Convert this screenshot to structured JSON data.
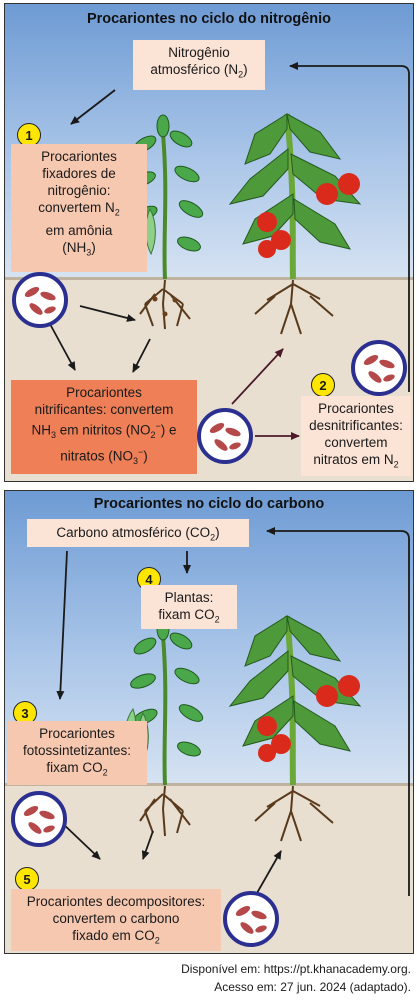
{
  "nitrogen": {
    "title": "Procariontes no ciclo do nitrogênio",
    "atmos_line1": "Nitrogênio",
    "atmos_line2": "atmosférico (N",
    "atmos_sub": "2",
    "atmos_end": ")",
    "step1_badge": "1",
    "step1_l1": "Procariontes",
    "step1_l2": "fixadores de",
    "step1_l3": "nitrogênio:",
    "step1_l4": "convertem N",
    "step1_l4_sub": "2",
    "step1_l5": "em amônia",
    "step1_l6": "(NH",
    "step1_l6_sub": "3",
    "step1_l6_end": ")",
    "nitr_l1": "Procariontes",
    "nitr_l2": "nitrificantes: convertem",
    "nitr_l3a": "NH",
    "nitr_l3_sub": "3",
    "nitr_l3b": " em nitritos (NO",
    "nitr_l3_sub2": "2",
    "nitr_l3_sup2": "−",
    "nitr_l3c": ") e",
    "nitr_l4a": "nitratos (NO",
    "nitr_l4_sub": "3",
    "nitr_l4_sup": "−",
    "nitr_l4b": ")",
    "step2_badge": "2",
    "step2_l1": "Procariontes",
    "step2_l2": "desnitrificantes:",
    "step2_l3": "convertem",
    "step2_l4": "nitratos em N",
    "step2_l4_sub": "2"
  },
  "carbon": {
    "title": "Procariontes no ciclo do carbono",
    "atmos_a": "Carbono atmosférico (CO",
    "atmos_sub": "2",
    "atmos_end": ")",
    "step4_badge": "4",
    "step4_l1": "Plantas:",
    "step4_l2": "fixam CO",
    "step4_l2_sub": "2",
    "step3_badge": "3",
    "step3_l1": "Procariontes",
    "step3_l2": "fotossintetizantes:",
    "step3_l3": "fixam CO",
    "step3_l3_sub": "2",
    "step5_badge": "5",
    "step5_l1": "Procariontes decompositores:",
    "step5_l2": "convertem o carbono",
    "step5_l3": "fixado em CO",
    "step5_l3_sub": "2"
  },
  "citation": {
    "line1": "Disponível em: https://pt.khanacademy.org.",
    "line2": "Acesso em: 27 jun. 2024 (adaptado)."
  },
  "colors": {
    "box": "#f7c8b0",
    "box_dark": "#ee7f56",
    "badge": "#ffe600",
    "bacteria_ring": "#2b2f8f",
    "tomato": "#d92a1c",
    "leaf": "#3e9a3c",
    "root": "#5a3a1c"
  }
}
